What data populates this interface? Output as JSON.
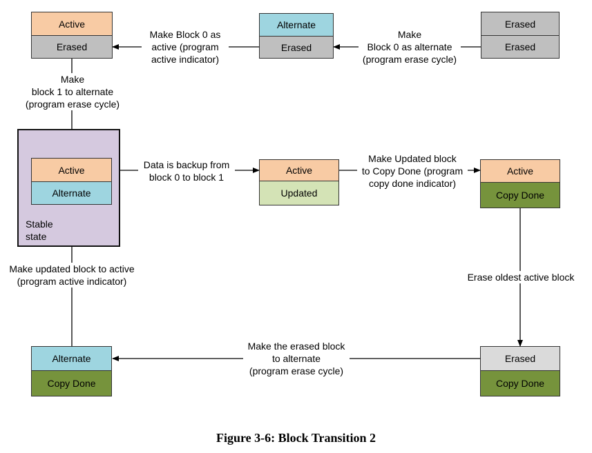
{
  "blocks": {
    "top_left": {
      "top": "Active",
      "bottom": "Erased"
    },
    "top_middle": {
      "top": "Alternate",
      "bottom": "Erased"
    },
    "top_right": {
      "top": "Erased",
      "bottom": "Erased"
    },
    "stable": {
      "top": "Active",
      "bottom": "Alternate",
      "label_line1": "Stable",
      "label_line2": "state"
    },
    "mid_middle": {
      "top": "Active",
      "bottom": "Updated"
    },
    "mid_right": {
      "top": "Active",
      "bottom": "Copy Done"
    },
    "bottom_left": {
      "top": "Alternate",
      "bottom": "Copy Done"
    },
    "bottom_right": {
      "top": "Erased",
      "bottom": "Copy Done"
    }
  },
  "transitions": {
    "erase_to_alternate_top": [
      "Make",
      "Block 0 as alternate",
      "(program erase cycle)"
    ],
    "make_block0_active": [
      "Make Block 0 as",
      "active (program",
      "active indicator)"
    ],
    "make_block1_alternate": [
      "Make",
      "block 1 to alternate",
      "(program erase cycle)"
    ],
    "data_backup": [
      "Data is backup from",
      "block 0 to block 1"
    ],
    "make_updated_copydone": [
      "Make Updated block",
      "to Copy Done (program",
      "copy done indicator)"
    ],
    "erase_oldest_active": [
      "Erase oldest active block"
    ],
    "make_erased_alternate": [
      "Make the erased block",
      "to alternate",
      "(program erase cycle)"
    ],
    "make_updated_active": [
      "Make updated block to active",
      "(program active indicator)"
    ]
  },
  "caption": "Figure 3-6: Block Transition 2",
  "colors": {
    "active": "#f8cba4",
    "erased": "#bfbfbf",
    "alternate": "#9ed5e0",
    "updated": "#d4e3b6",
    "copy_done": "#76933c",
    "stable_state_bg": "#d5c9df"
  }
}
